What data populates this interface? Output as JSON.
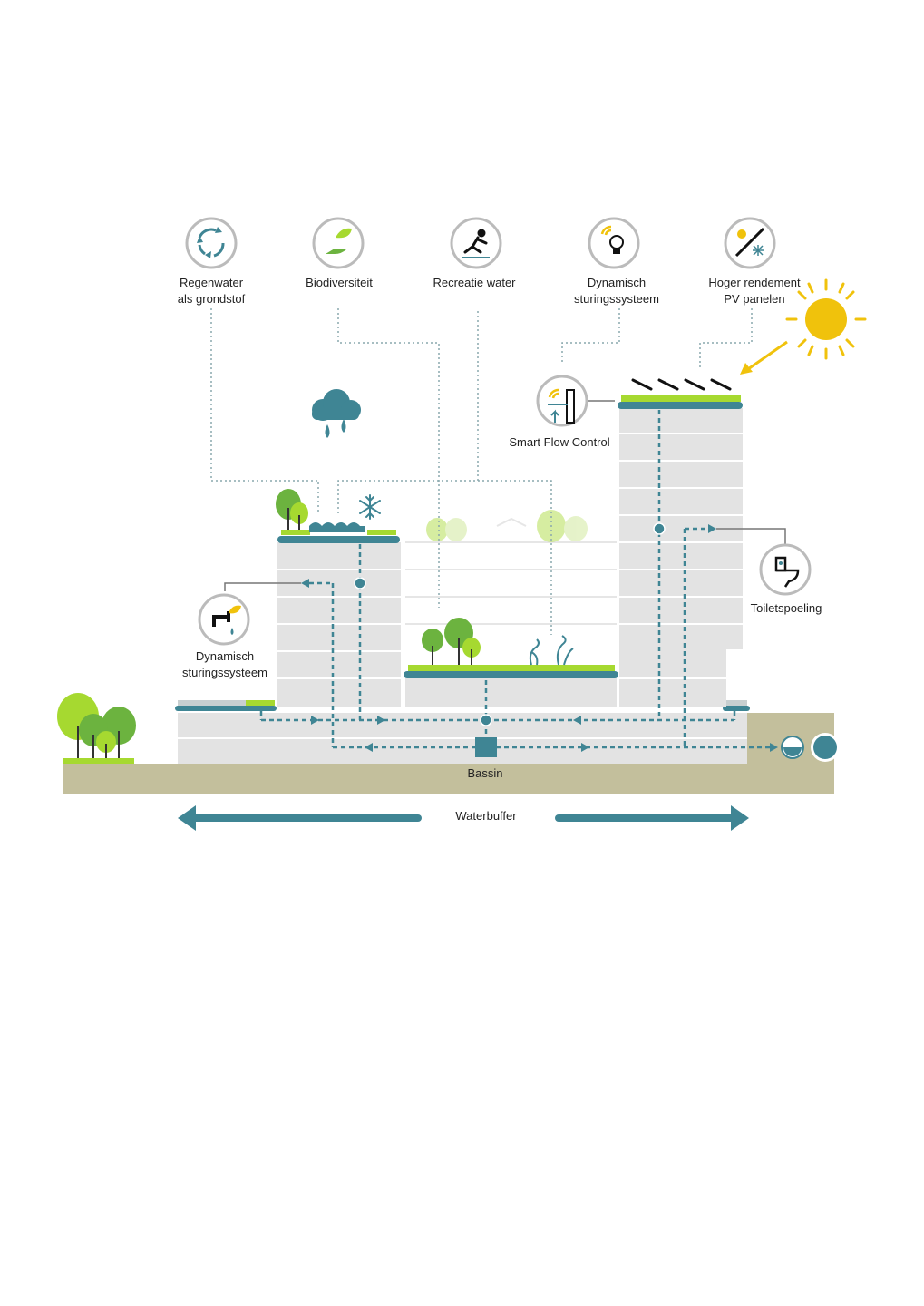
{
  "colors": {
    "teal": "#3f8594",
    "teal_dark": "#2f6f7e",
    "green": "#a6d930",
    "green_dark": "#6cb33f",
    "ground": "#c3bf9c",
    "building": "#e3e3e3",
    "sun": "#f0c20c"
  },
  "icons": [
    {
      "id": "regenwater",
      "icon": "recycle-icon",
      "label_line1": "Regenwater",
      "label_line2": "als grondstof"
    },
    {
      "id": "biodiversiteit",
      "icon": "hand-leaf-icon",
      "label_line1": "Biodiversiteit",
      "label_line2": ""
    },
    {
      "id": "recreatie",
      "icon": "skater-icon",
      "label_line1": "Recreatie water",
      "label_line2": ""
    },
    {
      "id": "dynamisch-top",
      "icon": "lightbulb-signal-icon",
      "label_line1": "Dynamisch",
      "label_line2": "sturingssysteem"
    },
    {
      "id": "pv",
      "icon": "sun-snowflake-icon",
      "label_line1": "Hoger rendement",
      "label_line2": "PV panelen"
    }
  ],
  "labels": {
    "smart_flow": "Smart Flow Control",
    "toilet": "Toiletspoeling",
    "dynamisch_left_1": "Dynamisch",
    "dynamisch_left_2": "sturingssysteem",
    "bassin": "Bassin",
    "waterbuffer": "Waterbuffer"
  }
}
